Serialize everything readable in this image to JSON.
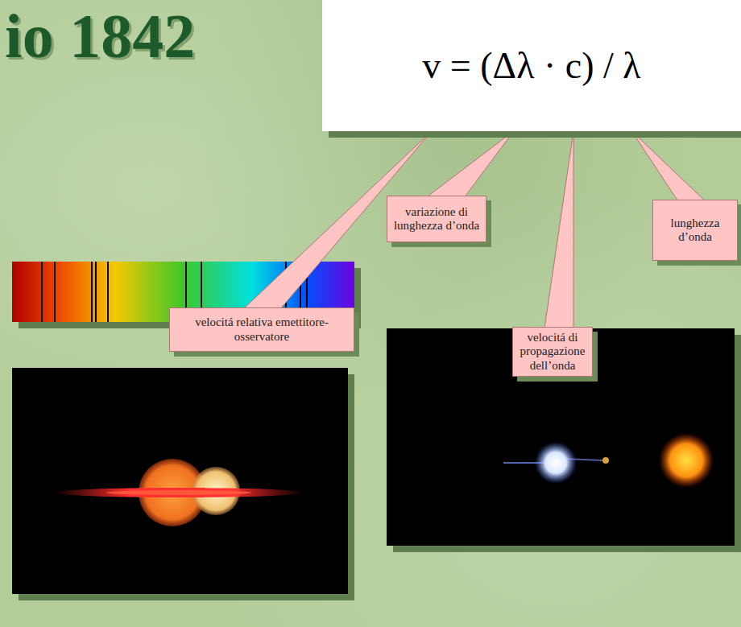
{
  "diagram": {
    "title": "io 1842",
    "nodes": [
      {
        "text": [
          "v = (Δλ · c) / λ"
        ]
      },
      {
        "text": [
          "variazione di lunghezza d’onda"
        ]
      },
      {
        "text": [
          "lunghezza d’onda"
        ]
      },
      {
        "text": [
          "velocitá relativa emettitore-osservatore"
        ]
      },
      {
        "text": [
          "velocitá di propagazione dell’onda"
        ]
      }
    ],
    "edges": [
      {
        "from": 1,
        "to": 0,
        "arrow": "none"
      },
      {
        "from": 2,
        "to": 0,
        "arrow": "none"
      },
      {
        "from": 3,
        "to": 0,
        "arrow": "none"
      },
      {
        "from": 4,
        "to": 0,
        "arrow": "none"
      }
    ]
  }
}
